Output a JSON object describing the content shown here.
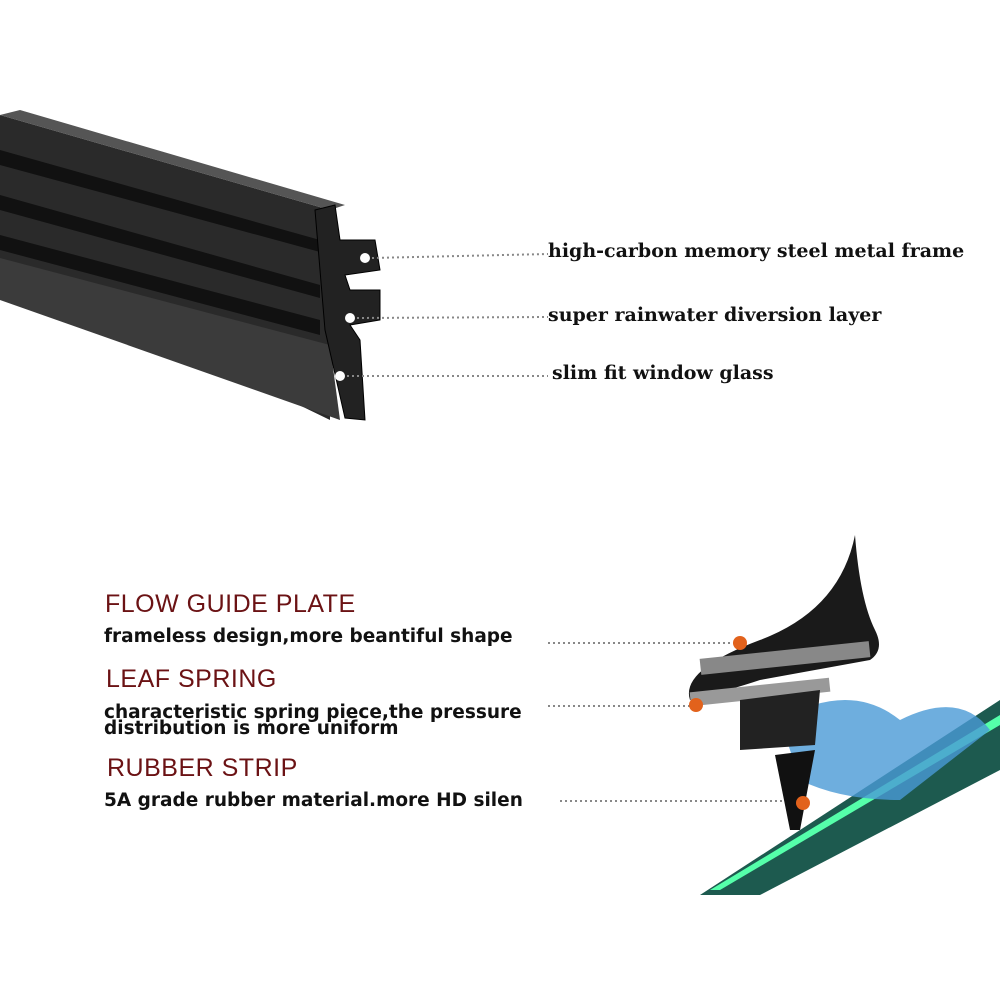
{
  "top_labels": [
    "high-carbon memory steel metal frame",
    "super rainwater diversion layer",
    "slim fit window glass"
  ],
  "features": [
    {
      "title": "FLOW GUIDE PLATE",
      "desc": "frameless design,more beantiful shape"
    },
    {
      "title": "LEAF SPRING",
      "desc": "characteristic spring piece,the pressure",
      "desc2": "distribution is more uniform"
    },
    {
      "title": "RUBBER STRIP",
      "desc": "5A grade rubber material.more HD silen"
    }
  ],
  "colors": {
    "heading": "#6b1214",
    "marker": "#e2621c",
    "rubber": "#1c1c1c"
  }
}
